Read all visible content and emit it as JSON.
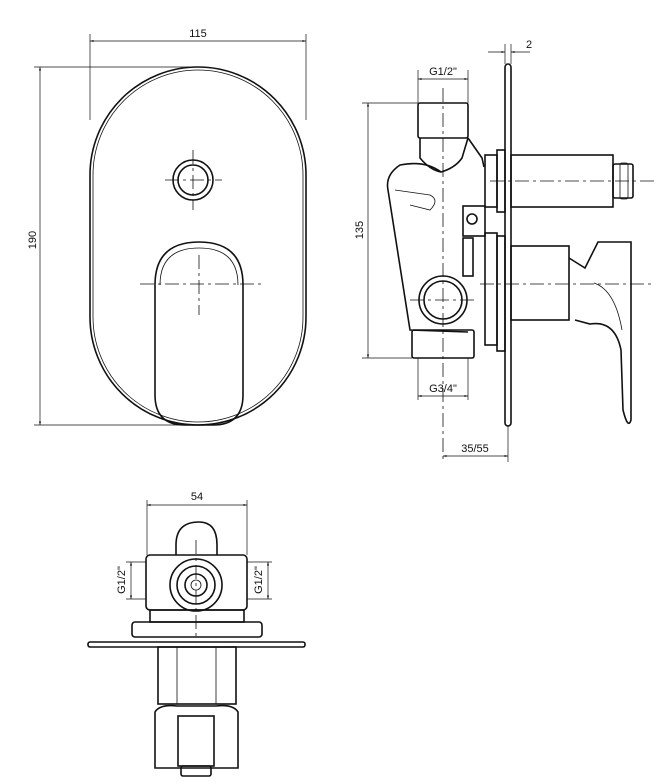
{
  "front_view": {
    "width_label": "115",
    "height_label": "190"
  },
  "side_view": {
    "plate_thickness_label": "2",
    "top_inlet_label": "G1/2\"",
    "height_label": "135",
    "bottom_outlet_label": "G3/4\"",
    "depth_label": "35/55"
  },
  "bottom_view": {
    "width_label": "54",
    "left_inlet_label": "G1/2\"",
    "right_inlet_label": "G1/2\""
  }
}
